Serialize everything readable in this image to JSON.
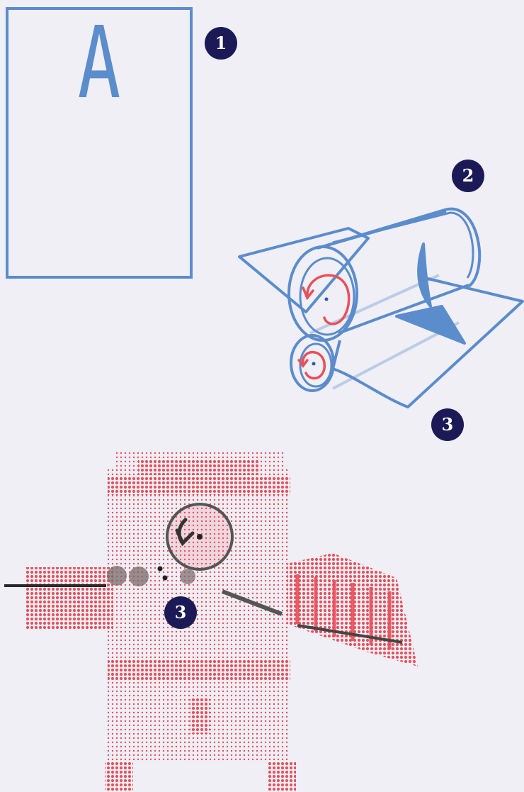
{
  "sheet": {
    "letter": "A"
  },
  "badges": {
    "step_1": "1",
    "step_2": "2",
    "step_3_top": "3",
    "step_3_bottom": "3"
  },
  "colors": {
    "background": "#efeff5",
    "blue_outline": "#5b8ccc",
    "badge": "#1b1a57",
    "rotation_arrow": "#e8505b",
    "halftone_machine": "#e8505b",
    "machine_detail": "#444444"
  },
  "icons": [
    "paper-sheet-icon",
    "printing-rollers-icon",
    "printing-press-machine-icon"
  ]
}
